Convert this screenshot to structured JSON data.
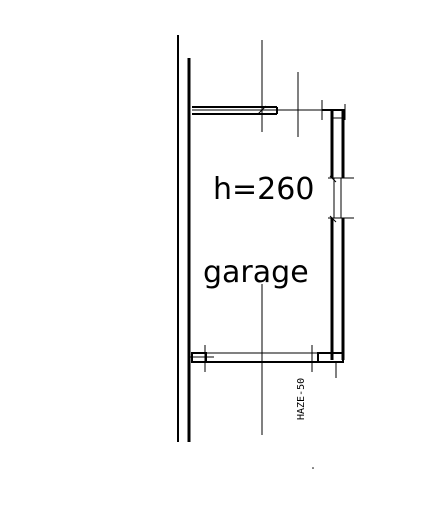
{
  "drawing": {
    "height_label": "h=260",
    "room_label": "garage",
    "vertical_note": "HAZE-50"
  },
  "colors": {
    "ink": "#000000",
    "background": "#ffffff"
  }
}
